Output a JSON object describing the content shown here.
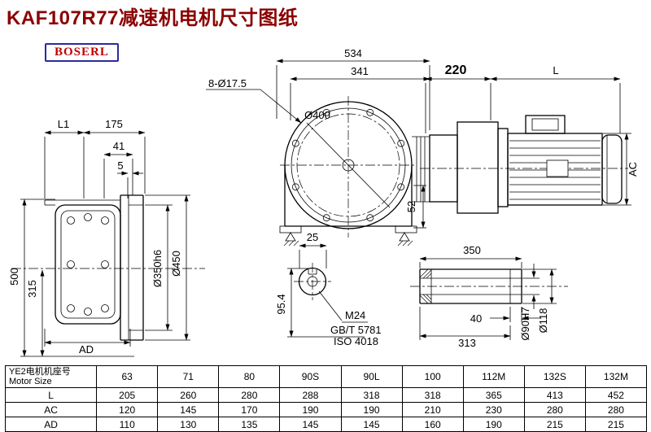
{
  "page": {
    "title": "KAF107R77减速机电机尺寸图纸",
    "title_color": "#8B0000",
    "background_color": "#ffffff",
    "line_color": "#000000"
  },
  "logo": {
    "text": "BOSERL",
    "text_color": "#C00000",
    "border_color": "#2B2BA0"
  },
  "views": {
    "front": {
      "dim_534": "534",
      "dim_341": "341",
      "bolt_holes": "8-Ø17.5",
      "flange_dia": "Ø400",
      "dim_52": "52"
    },
    "motor": {
      "dim_220": "220",
      "dim_L": "L",
      "dim_AC": "AC"
    },
    "side": {
      "dim_L1": "L1",
      "dim_175": "175",
      "dim_41": "41",
      "dim_5": "5",
      "dim_500": "500",
      "dim_315": "315",
      "spigot_dia": "Ø350h6",
      "flange_outer_dia": "Ø450",
      "dim_AD": "AD"
    },
    "shaft_end": {
      "dim_25": "25",
      "dim_95_4": "95.4",
      "thread": "M24",
      "standard_gb": "GB/T 5781",
      "standard_iso": "ISO 4018"
    },
    "output_shaft": {
      "dim_350": "350",
      "dim_40": "40",
      "dim_313": "313",
      "bore_dia": "Ø90H7",
      "hub_dia": "Ø118"
    }
  },
  "table": {
    "header_cn": "YE2电机机座号",
    "header_en": "Motor Size",
    "columns": [
      "63",
      "71",
      "80",
      "90S",
      "90L",
      "100",
      "112M",
      "132S",
      "132M"
    ],
    "rows": [
      {
        "label": "L",
        "values": [
          "205",
          "260",
          "280",
          "288",
          "318",
          "318",
          "365",
          "413",
          "452"
        ]
      },
      {
        "label": "AC",
        "values": [
          "120",
          "145",
          "170",
          "190",
          "190",
          "210",
          "230",
          "280",
          "280"
        ]
      },
      {
        "label": "AD",
        "values": [
          "110",
          "130",
          "135",
          "145",
          "145",
          "160",
          "190",
          "215",
          "215"
        ]
      }
    ]
  }
}
